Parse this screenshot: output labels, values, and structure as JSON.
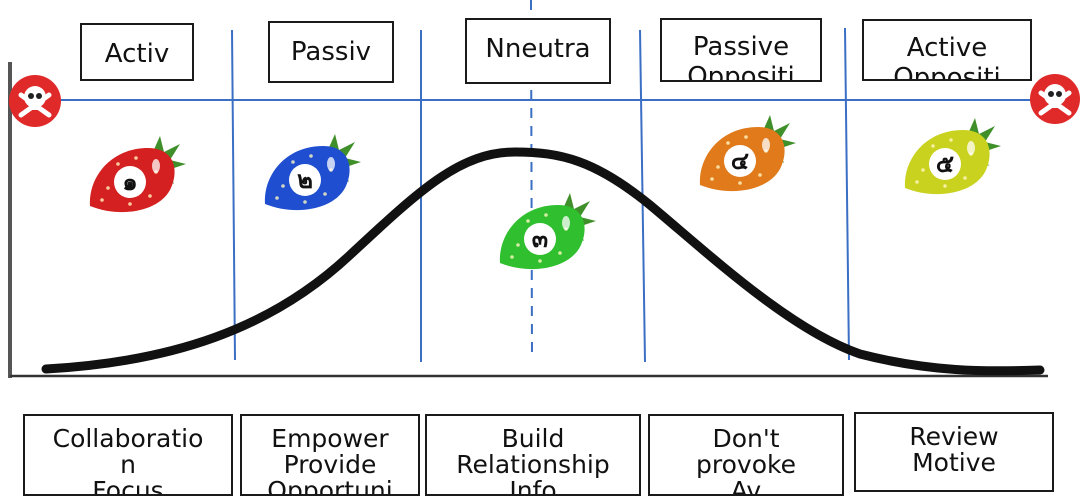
{
  "top_labels": [
    "Activ",
    "Passiv",
    "Nneutra",
    "Passive\nOppositi",
    "Active\nOppositi"
  ],
  "bottom_labels": [
    "Collaboratio\nn\nFocus",
    "Empower\nProvide\nOpportuni",
    "Build\nRelationship\nInfo",
    "Don't\nprovoke\nAv",
    "Review\nMotive"
  ],
  "markers": [
    "๑",
    "๒",
    "๓",
    "๔",
    "๕"
  ],
  "colors": {
    "line": "#3a6fc4",
    "curve": "#111111",
    "berry_1": "#d42020",
    "berry_2": "#1f4fd0",
    "berry_3": "#2fbf2f",
    "berry_4": "#e07a1a",
    "berry_5": "#c9d21e",
    "leaf": "#3f8f2a",
    "danger": "#e02a2a"
  },
  "icons": [
    "skull-crossbones-icon",
    "strawberry-icon"
  ]
}
